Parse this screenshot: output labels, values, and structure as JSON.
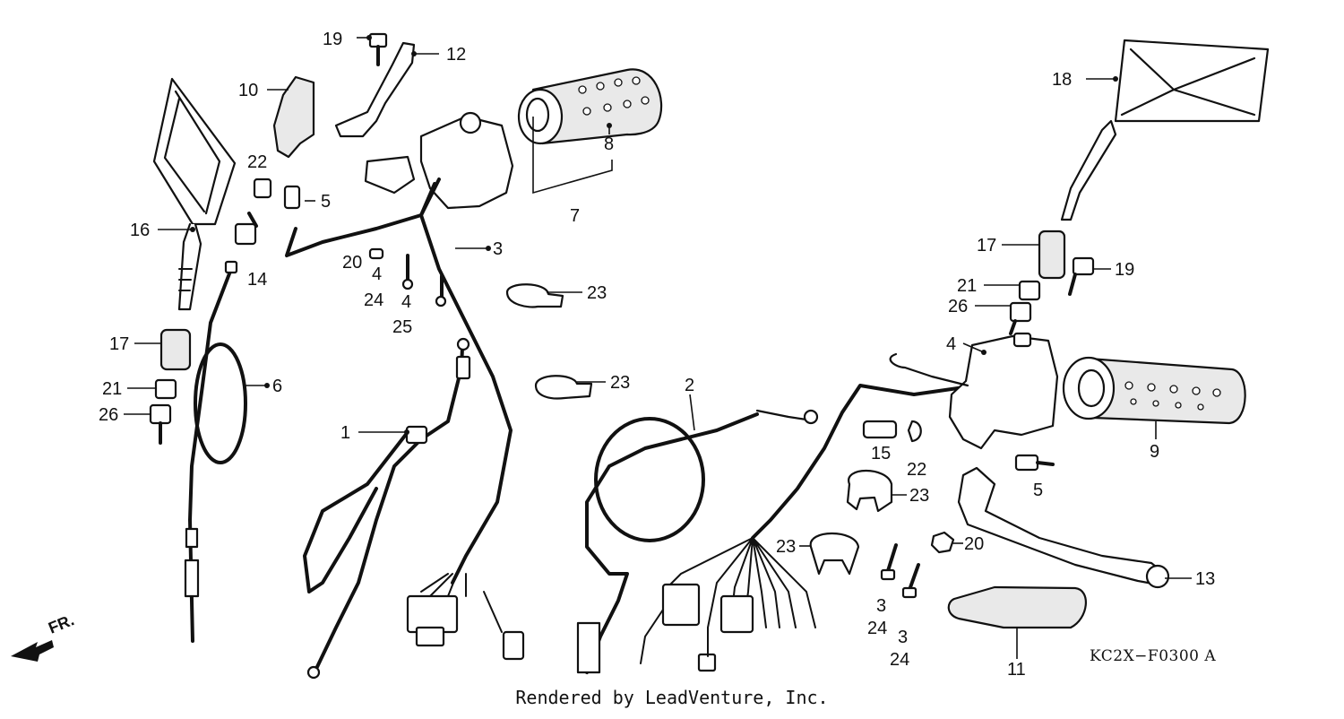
{
  "diagram": {
    "callouts": {
      "c1": "1",
      "c2": "2",
      "c3": "3",
      "c3a": "3",
      "c3b": "3",
      "c4a": "4",
      "c4b": "4",
      "c4c": "4",
      "c5a": "5",
      "c5b": "5",
      "c6": "6",
      "c7": "7",
      "c8": "8",
      "c9": "9",
      "c10": "10",
      "c11": "11",
      "c12": "12",
      "c13": "13",
      "c14": "14",
      "c15": "15",
      "c16": "16",
      "c17a": "17",
      "c17b": "17",
      "c18": "18",
      "c19a": "19",
      "c19b": "19",
      "c20a": "20",
      "c20b": "20",
      "c21a": "21",
      "c21b": "21",
      "c22a": "22",
      "c22b": "22",
      "c23a": "23",
      "c23b": "23",
      "c23c": "23",
      "c23d": "23",
      "c24a": "24",
      "c24b": "24",
      "c24c": "24",
      "c25": "25",
      "c26a": "26",
      "c26b": "26"
    },
    "front_direction_label": "FR.",
    "drawing_code": "KC2X−F0300 A",
    "credit": "Rendered by LeadVenture, Inc."
  }
}
